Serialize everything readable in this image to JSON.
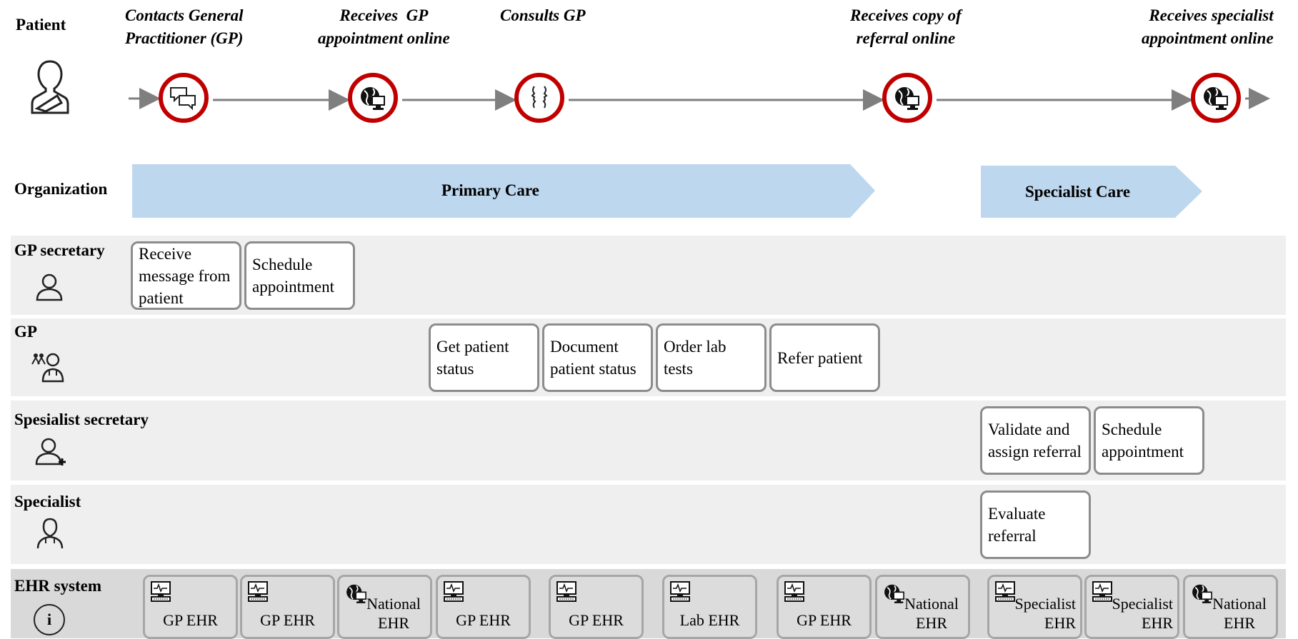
{
  "rows": {
    "patient": "Patient",
    "organization": "Organization",
    "gp_secretary": "GP secretary",
    "gp": "GP",
    "specialist_secretary": "Spesialist secretary",
    "specialist": "Specialist",
    "ehr_system": "EHR system"
  },
  "events": {
    "contact_l1": "Contacts General",
    "contact_l2": "Practitioner (GP)",
    "receive_appt_l1": "Receives  GP",
    "receive_appt_l2": "appointment online",
    "consults": "Consults GP",
    "referral_copy_l1": "Receives copy of",
    "referral_copy_l2": "referral online",
    "specialist_appt_l1": "Receives specialist",
    "specialist_appt_l2": "appointment online"
  },
  "organizations": {
    "primary": "Primary Care",
    "specialist": "Specialist Care"
  },
  "tasks": {
    "gp_secretary": [
      "Receive message from patient",
      "Schedule appointment"
    ],
    "gp": [
      "Get patient status",
      "Document patient status",
      "Order lab tests",
      "Refer patient"
    ],
    "specialist_secretary": [
      "Validate and assign referral",
      "Schedule appointment"
    ],
    "specialist": [
      "Evaluate referral"
    ]
  },
  "ehr_systems": [
    {
      "name": "GP EHR",
      "icon": "computer-icon"
    },
    {
      "name": "GP EHR",
      "icon": "computer-icon"
    },
    {
      "name": "National EHR",
      "icon": "globe-computer-icon"
    },
    {
      "name": "GP EHR",
      "icon": "computer-icon"
    },
    {
      "name": "GP EHR",
      "icon": "computer-icon"
    },
    {
      "name": "Lab EHR",
      "icon": "computer-icon"
    },
    {
      "name": "GP EHR",
      "icon": "computer-icon"
    },
    {
      "name": "National EHR",
      "icon": "globe-computer-icon"
    },
    {
      "name": "Specialist EHR",
      "icon": "computer-icon"
    },
    {
      "name": "Specialist EHR",
      "icon": "computer-icon"
    },
    {
      "name": "National EHR",
      "icon": "globe-computer-icon"
    }
  ],
  "info_icon_glyph": "i",
  "colors": {
    "event_ring": "#c00000",
    "organization_banner": "#bdd7ee",
    "lane_bg": "#efefef",
    "ehr_lane_bg": "#d9d9d9",
    "task_border": "#8c8c8c"
  }
}
